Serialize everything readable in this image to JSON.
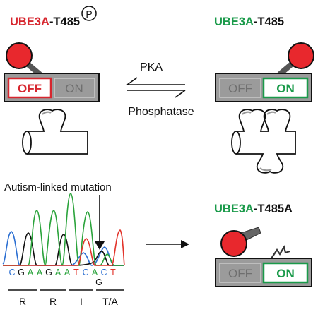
{
  "colors": {
    "red": "#d7262e",
    "green": "#1a9a4a",
    "gray": "#808080",
    "switch_bg": "#9b9b9b",
    "knob": "#e8282d",
    "trace_green": "#2aa33b",
    "trace_blue": "#2b6fd2",
    "trace_red": "#e2342b",
    "trace_black": "#111111"
  },
  "top_left": {
    "gene": "UBE3A",
    "site": "-T485",
    "phospho_symbol": "P",
    "off_label": "OFF",
    "on_label": "ON"
  },
  "top_right": {
    "gene": "UBE3A",
    "site": "-T485",
    "off_label": "OFF",
    "on_label": "ON"
  },
  "equilibrium": {
    "forward_label": "PKA",
    "reverse_label": "Phosphatase"
  },
  "bottom_left": {
    "mutation_label": "Autism-linked mutation",
    "sequence": [
      {
        "base": "C",
        "color": "blue"
      },
      {
        "base": "G",
        "color": "black"
      },
      {
        "base": "A",
        "color": "green"
      },
      {
        "base": "A",
        "color": "green"
      },
      {
        "base": "G",
        "color": "black"
      },
      {
        "base": "A",
        "color": "green"
      },
      {
        "base": "A",
        "color": "green"
      },
      {
        "base": "T",
        "color": "red"
      },
      {
        "base": "C",
        "color": "blue"
      },
      {
        "base": "A",
        "color": "green"
      },
      {
        "base": "C",
        "color": "blue"
      },
      {
        "base": "T",
        "color": "red"
      }
    ],
    "variant_base": "G",
    "amino_acids": [
      "R",
      "R",
      "I",
      "T/A"
    ]
  },
  "bottom_right": {
    "gene": "UBE3A",
    "site": "-T485A",
    "off_label": "OFF",
    "on_label": "ON"
  }
}
